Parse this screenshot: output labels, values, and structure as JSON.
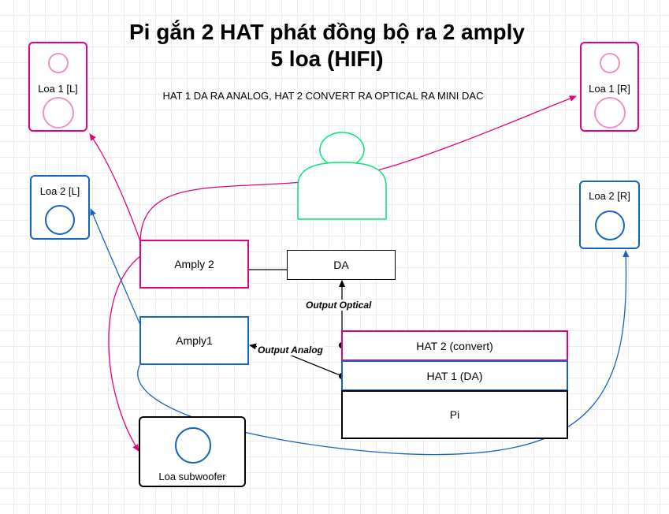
{
  "title_line1": "Pi gắn 2 HAT phát đồng bộ ra 2 amply",
  "title_line2": "5 loa (HIFI)",
  "subtitle": "HAT 1 DA RA ANALOG, HAT 2 CONVERT RA OPTICAL RA MINI DAC",
  "speakers": {
    "loa1_left": "Loa 1 [L]",
    "loa1_right": "Loa 1 [R]",
    "loa2_left": "Loa 2 [L]",
    "loa2_right": "Loa 2 [R]",
    "subwoofer": "Loa subwoofer"
  },
  "blocks": {
    "amply2": "Amply 2",
    "amply1": "Amply1",
    "da": "DA",
    "hat2": "HAT 2 (convert)",
    "hat1": "HAT 1 (DA)",
    "pi": "Pi"
  },
  "edges": {
    "output_optical": "Output Optical",
    "output_analog": "Output Analog"
  },
  "colors": {
    "pink": "#e6007e",
    "blue": "#1565c0",
    "green": "#00e676",
    "black": "#000000"
  }
}
